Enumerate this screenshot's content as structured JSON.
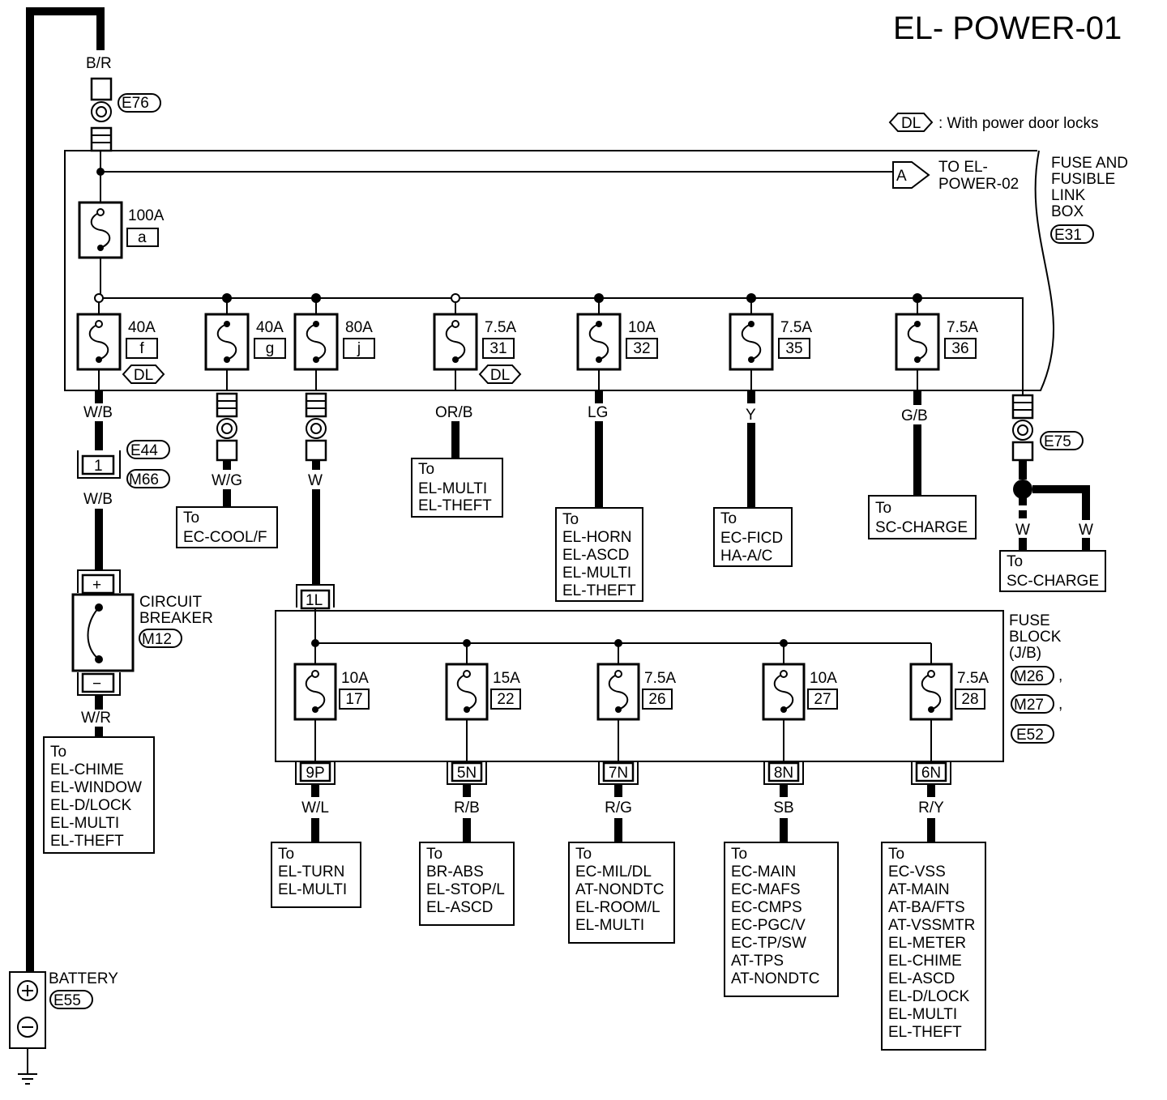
{
  "title": "EL- POWER-01",
  "legend": {
    "tag": "DL",
    "text": ": With power door locks"
  },
  "fuse_link_box": {
    "label": [
      "FUSE AND",
      "FUSIBLE",
      "LINK",
      "BOX"
    ],
    "connector": "E31"
  },
  "offpage": {
    "tag": "A",
    "text": [
      "TO EL-",
      "POWER-02"
    ]
  },
  "input": {
    "wire": "B/R",
    "connector": "E76"
  },
  "main_link": {
    "amps": "100A",
    "id": "a"
  },
  "links": [
    {
      "amps": "40A",
      "id": "f",
      "tag": "DL",
      "wire": "W/B"
    },
    {
      "amps": "40A",
      "id": "g",
      "wire": "W/G"
    },
    {
      "amps": "80A",
      "id": "j",
      "wire": "W"
    },
    {
      "amps": "7.5A",
      "id": "31",
      "tag": "DL",
      "wire": "OR/B"
    },
    {
      "amps": "10A",
      "id": "32",
      "wire": "LG"
    },
    {
      "amps": "7.5A",
      "id": "35",
      "wire": "Y"
    },
    {
      "amps": "7.5A",
      "id": "36",
      "wire": "G/B"
    }
  ],
  "e75": {
    "connector": "E75",
    "wires": [
      "W",
      "W"
    ],
    "to": [
      "To",
      "SC-CHARGE"
    ]
  },
  "targets": {
    "f_conn": {
      "pin": "1",
      "connectors": [
        "E44",
        "M66"
      ],
      "wire_after": "W/B"
    },
    "g_to": [
      "To",
      "EC-COOL/F"
    ],
    "or_to": [
      "To",
      "EL-MULTI",
      "EL-THEFT"
    ],
    "lg_to": [
      "To",
      "EL-HORN",
      "EL-ASCD",
      "EL-MULTI",
      "EL-THEFT"
    ],
    "y_to": [
      "To",
      "EC-FICD",
      "HA-A/C"
    ],
    "gb_to": [
      "To",
      "SC-CHARGE"
    ]
  },
  "breaker": {
    "label": [
      "CIRCUIT",
      "BREAKER"
    ],
    "connector": "M12",
    "plus": "+",
    "minus": "−",
    "wire_out": "W/R",
    "to": [
      "To",
      "EL-CHIME",
      "EL-WINDOW",
      "EL-D/LOCK",
      "EL-MULTI",
      "EL-THEFT"
    ]
  },
  "fuse_block": {
    "label": [
      "FUSE",
      "BLOCK",
      "(J/B)"
    ],
    "connectors": [
      "M26",
      "M27",
      "E52"
    ],
    "sep": ",",
    "input_pin": "1L",
    "fuses": [
      {
        "amps": "10A",
        "id": "17",
        "pin": "9P",
        "wire": "W/L",
        "to": [
          "To",
          "EL-TURN",
          "EL-MULTI"
        ]
      },
      {
        "amps": "15A",
        "id": "22",
        "pin": "5N",
        "wire": "R/B",
        "to": [
          "To",
          "BR-ABS",
          "EL-STOP/L",
          "EL-ASCD"
        ]
      },
      {
        "amps": "7.5A",
        "id": "26",
        "pin": "7N",
        "wire": "R/G",
        "to": [
          "To",
          "EC-MIL/DL",
          "AT-NONDTC",
          "EL-ROOM/L",
          "EL-MULTI"
        ]
      },
      {
        "amps": "10A",
        "id": "27",
        "pin": "8N",
        "wire": "SB",
        "to": [
          "To",
          "EC-MAIN",
          "EC-MAFS",
          "EC-CMPS",
          "EC-PGC/V",
          "EC-TP/SW",
          "AT-TPS",
          "AT-NONDTC"
        ]
      },
      {
        "amps": "7.5A",
        "id": "28",
        "pin": "6N",
        "wire": "R/Y",
        "to": [
          "To",
          "EC-VSS",
          "AT-MAIN",
          "AT-BA/FTS",
          "AT-VSSMTR",
          "EL-METER",
          "EL-CHIME",
          "EL-ASCD",
          "EL-D/LOCK",
          "EL-MULTI",
          "EL-THEFT"
        ]
      }
    ]
  },
  "battery": {
    "label": "BATTERY",
    "connector": "E55"
  }
}
